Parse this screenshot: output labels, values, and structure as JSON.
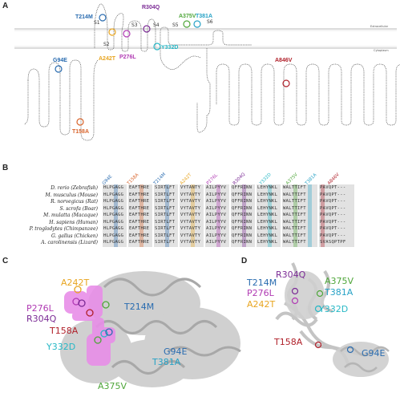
{
  "panels": {
    "a": "A",
    "b": "B",
    "c": "C",
    "d": "D"
  },
  "panel_a": {
    "segments": [
      "S1",
      "S2",
      "S3",
      "S4",
      "S5",
      "S6"
    ],
    "mutations": [
      {
        "label": "T214M",
        "color": "#2a6cb0"
      },
      {
        "label": "R304Q",
        "color": "#7b2b95"
      },
      {
        "label": "A375V",
        "color": "#4fa63a"
      },
      {
        "label": "T381A",
        "color": "#27a2c6"
      },
      {
        "label": "A242T",
        "color": "#e8a520"
      },
      {
        "label": "P276L",
        "color": "#b03ab3"
      },
      {
        "label": "Y332D",
        "color": "#27b8c6"
      },
      {
        "label": "G94E",
        "color": "#2a6cb0"
      },
      {
        "label": "A846V",
        "color": "#b0202a"
      },
      {
        "label": "T158A",
        "color": "#d9642b"
      }
    ],
    "membrane_labels": [
      "Extracellular",
      "Cytoplasm"
    ]
  },
  "panel_b": {
    "headers": [
      {
        "label": "G94E",
        "color": "#2a6cb0"
      },
      {
        "label": "T158A",
        "color": "#d9642b"
      },
      {
        "label": "T214M",
        "color": "#2a6cb0"
      },
      {
        "label": "A242T",
        "color": "#e8a520"
      },
      {
        "label": "P276L",
        "color": "#b03ab3"
      },
      {
        "label": "R304Q",
        "color": "#7b2b95"
      },
      {
        "label": "Y332D",
        "color": "#27b8c6"
      },
      {
        "label": "A375V",
        "color": "#4fa63a"
      },
      {
        "label": "T381A",
        "color": "#27a2c6"
      },
      {
        "label": "A846V",
        "color": "#b0202a"
      }
    ],
    "species": [
      "D. rerio (Zebrafish)",
      "M. musculus (Mouse)",
      "R. norvegicus (Rat)",
      "S. scrofa (Boar)",
      "M. mulatta (Macaque)",
      "H. sapiens (Human)",
      "P. troglodytes (Chimpanzee)",
      "G. gallus (Chicken)",
      "A. carolinensis (Lizard)"
    ],
    "sequences": [
      [
        "HLPGAGG",
        "EAFTHRE",
        "SIRTLFT",
        "VYTANTY",
        "AILPYYV",
        "QFFRINN",
        "LEHYNKL",
        "WALTTIFT",
        "PAVQPT---"
      ],
      [
        "HLPGAGG",
        "EAFTHRE",
        "SIRTLFT",
        "VYTAVTY",
        "AILPYYV",
        "QFFRINN",
        "LEHYNKL",
        "WALTTIFT",
        "PAVQPT---"
      ],
      [
        "HLPGAGG",
        "EAFTHRE",
        "SIRTLFT",
        "VYTAVTY",
        "AILPYYV",
        "QFFRINN",
        "LEHYNKL",
        "WALTTIFT",
        "PAVQPT---"
      ],
      [
        "HLPGAGG",
        "EAFTHRE",
        "SIRTLFT",
        "VYTAVTY",
        "AILPYYV",
        "QFFRINN",
        "LEHYNKL",
        "WALTTIFT",
        "PAVQPT---"
      ],
      [
        "HLPGAGG",
        "EAFTHRE",
        "SIRTLFT",
        "VYTAVTY",
        "AILPYYV",
        "QFFRINN",
        "LEHYNKL",
        "WALTTIFT",
        "PAVQPT---"
      ],
      [
        "HLPGAGG",
        "EAFTHRE",
        "SIRTLFT",
        "VYTAVTY",
        "AILPYYV",
        "QFFRINN",
        "LEHYNKL",
        "WALTTIFT",
        "PAVQPT---"
      ],
      [
        "HLPGAGG",
        "EAFTHRE",
        "SIRTLFT",
        "VYTAVTY",
        "AILPYYV",
        "QFFRINN",
        "LEHYNKL",
        "WALTTIFT",
        "PAVQPT---"
      ],
      [
        "HLPGAGG",
        "EAFTHRE",
        "SIRTLFT",
        "VYTAVTY",
        "AILPYYV",
        "QFFRINN",
        "LEHYNKL",
        "WALTTIFT",
        "PAVQPT---"
      ],
      [
        "HLPGAGG",
        "EAFTHRE",
        "SIRTLFT",
        "VYTAVTY",
        "AILPYYV",
        "QFFRINN",
        "LEHYNKL",
        "WALTTIFT",
        "SVASQPTPF"
      ]
    ]
  },
  "panel_c": {
    "mutations": [
      {
        "label": "A242T",
        "color": "#e8a520"
      },
      {
        "label": "P276L",
        "color": "#b03ab3"
      },
      {
        "label": "R304Q",
        "color": "#7b2b95"
      },
      {
        "label": "T158A",
        "color": "#b0202a"
      },
      {
        "label": "T214M",
        "color": "#2a6cb0"
      },
      {
        "label": "Y332D",
        "color": "#27b8c6"
      },
      {
        "label": "G94E",
        "color": "#2a6cb0"
      },
      {
        "label": "T381A",
        "color": "#27a2c6"
      },
      {
        "label": "A375V",
        "color": "#4fa63a"
      }
    ]
  },
  "panel_d": {
    "mutations": [
      {
        "label": "T214M",
        "color": "#2a6cb0"
      },
      {
        "label": "R304Q",
        "color": "#7b2b95"
      },
      {
        "label": "P276L",
        "color": "#b03ab3"
      },
      {
        "label": "A242T",
        "color": "#e8a520"
      },
      {
        "label": "A375V",
        "color": "#4fa63a"
      },
      {
        "label": "T381A",
        "color": "#27a2c6"
      },
      {
        "label": "Y332D",
        "color": "#27b8c6"
      },
      {
        "label": "T158A",
        "color": "#b0202a"
      },
      {
        "label": "G94E",
        "color": "#2a6cb0"
      }
    ]
  }
}
